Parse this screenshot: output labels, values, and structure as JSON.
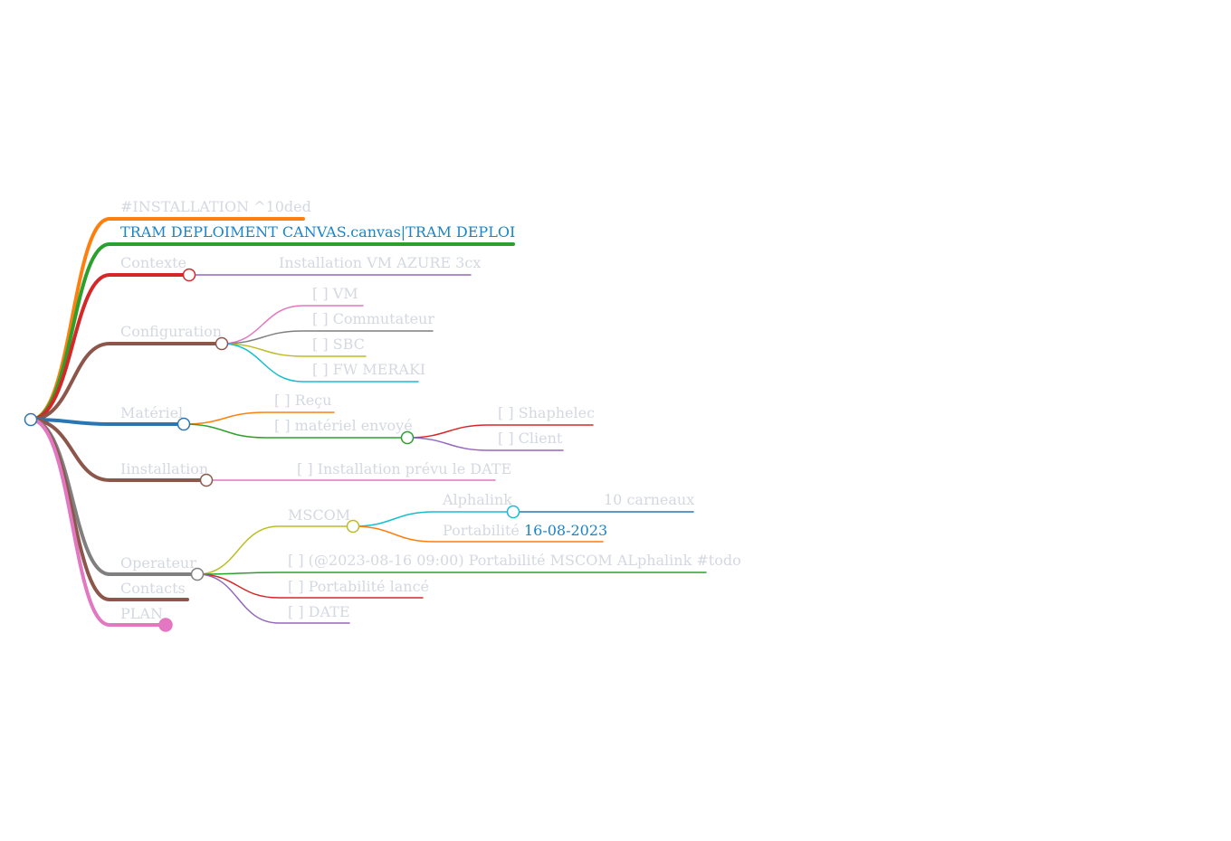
{
  "mindmap": {
    "colors": {
      "blue": "#2876b4",
      "orange": "#ff7f0e",
      "green": "#2ca02c",
      "red": "#d62728",
      "purple": "#9467bd",
      "brown": "#8c564b",
      "pink": "#e377c2",
      "gray": "#7f7f7f",
      "olive": "#bcbd22",
      "cyan": "#17becf",
      "label": "#d4d8e0",
      "link": "#1a84c8"
    },
    "nodes": {
      "installation_tag": "#INSTALLATION ^10ded",
      "tram_link": "TRAM DEPLOIMENT CANVAS.canvas|TRAM DEPLOI",
      "contexte": "Contexte",
      "contexte_child": "Installation VM AZURE 3cx",
      "configuration": "Configuration",
      "config_vm": "[ ] VM",
      "config_commutateur": "[ ] Commutateur",
      "config_sbc": "[ ] SBC",
      "config_fw": "[ ] FW MERAKI",
      "materiel": "Matériel",
      "materiel_recu": "[ ] Reçu",
      "materiel_envoye": "[ ] matériel envoyé",
      "envoye_shaphelec": "[ ] Shaphelec",
      "envoye_client": "[ ] Client",
      "iinstallation": "Iinstallation",
      "installation_prevu": "[ ] Installation prévu le DATE",
      "operateur": "Operateur",
      "mscom": "MSCOM",
      "alphalink": "Alphalink",
      "carneaux": "10 carneaux",
      "portabilite_label": "Portabilité",
      "portabilite_date": "16-08-2023",
      "task_portabilite": "[ ] (@2023-08-16 09:00) Portabilité MSCOM ALphalink #todo",
      "portabilite_lance": "[ ] Portabilité lancé",
      "op_date": "[ ] DATE",
      "contacts": "Contacts",
      "plan": "PLAN"
    }
  }
}
